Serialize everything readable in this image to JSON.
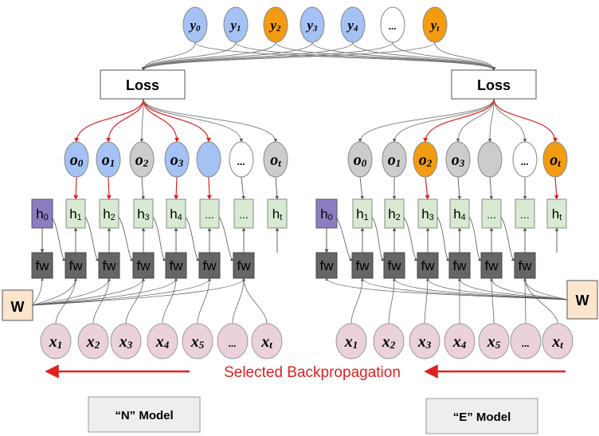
{
  "colors": {
    "blue": "#a4c2f4",
    "orange": "#f39c12",
    "gray": "#cccccc",
    "white": "#ffffff",
    "pink": "#ead1dc",
    "green": "#d9ead3",
    "purple": "#8e7cc3",
    "dark": "#666666",
    "w_fill": "#fce5cd",
    "red": "#e02020",
    "model_box": "#eeeeee"
  },
  "outputs_y": [
    {
      "label": "y0",
      "color": "blue"
    },
    {
      "label": "y1",
      "color": "blue"
    },
    {
      "label": "y2",
      "color": "orange"
    },
    {
      "label": "y3",
      "color": "blue"
    },
    {
      "label": "y4",
      "color": "blue"
    },
    {
      "label": "...",
      "color": "white"
    },
    {
      "label": "yt",
      "color": "orange"
    }
  ],
  "loss_left": "Loss",
  "loss_right": "Loss",
  "left_model": {
    "o_nodes": [
      {
        "label": "o0",
        "color": "blue"
      },
      {
        "label": "o1",
        "color": "blue"
      },
      {
        "label": "o2",
        "color": "gray"
      },
      {
        "label": "o3",
        "color": "blue"
      },
      {
        "label": "",
        "color": "blue"
      },
      {
        "label": "...",
        "color": "white"
      },
      {
        "label": "ot",
        "color": "gray"
      }
    ],
    "h0": "h0",
    "h_nodes": [
      "h1",
      "h2",
      "h3",
      "h4",
      "...",
      "...",
      "ht"
    ],
    "fw_label": "fw",
    "w_label": "W",
    "x_nodes": [
      "x1",
      "x2",
      "x3",
      "x4",
      "x5",
      "...",
      "xt"
    ],
    "model_label": "“N” Model"
  },
  "right_model": {
    "o_nodes": [
      {
        "label": "o0",
        "color": "gray"
      },
      {
        "label": "o1",
        "color": "gray"
      },
      {
        "label": "o2",
        "color": "orange"
      },
      {
        "label": "o3",
        "color": "gray"
      },
      {
        "label": "",
        "color": "gray"
      },
      {
        "label": "...",
        "color": "white"
      },
      {
        "label": "ot",
        "color": "orange"
      }
    ],
    "h0": "h0",
    "h_nodes": [
      "h1",
      "h2",
      "h3",
      "h4",
      "...",
      "...",
      "ht"
    ],
    "fw_label": "fw",
    "w_label": "W",
    "x_nodes": [
      "x1",
      "x2",
      "x3",
      "x4",
      "x5",
      "...",
      "xt"
    ],
    "model_label": "“E” Model"
  },
  "backprop_label": "Selected Backpropagation"
}
